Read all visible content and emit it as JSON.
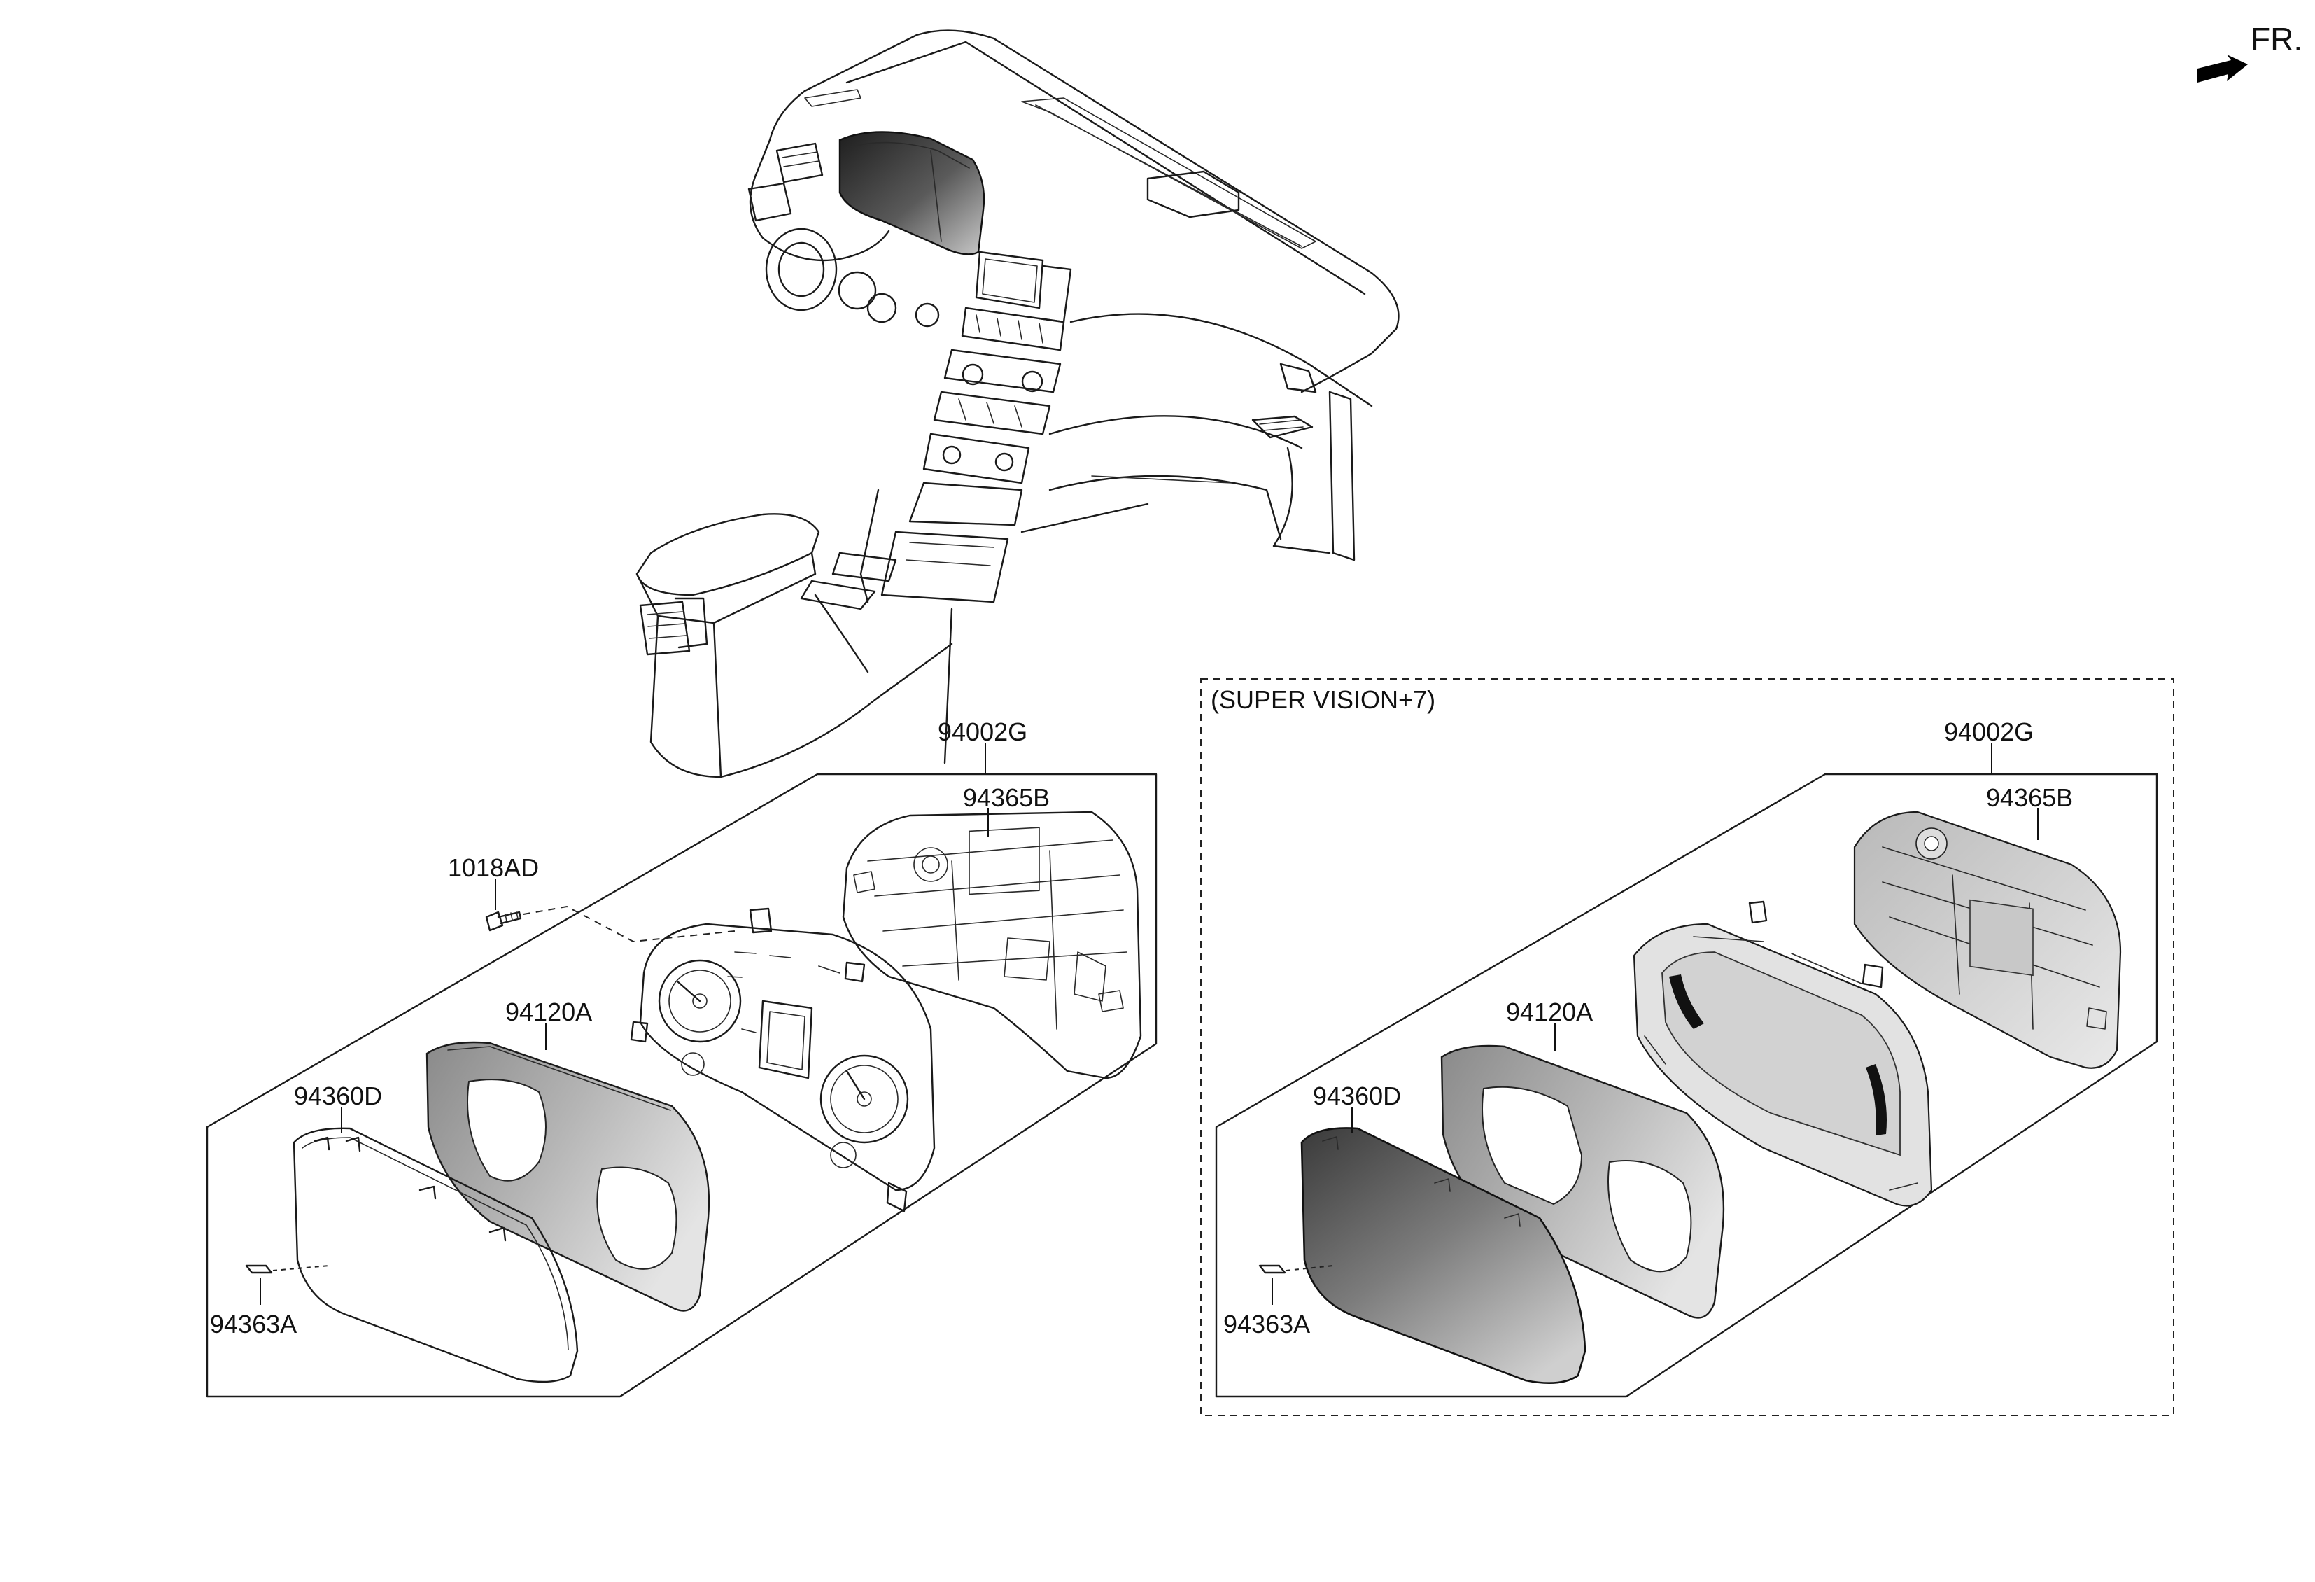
{
  "orientation_label": "FR.",
  "orientation_icon": "forward-arrow-icon",
  "groups": {
    "standard": {
      "assembly": "94002G",
      "parts": {
        "case": "94365B",
        "screw": "1018AD",
        "window": "94120A",
        "visor": "94360D",
        "clip": "94363A"
      }
    },
    "supervision": {
      "title": "(SUPER VISION+7)",
      "assembly": "94002G",
      "parts": {
        "case": "94365B",
        "window": "94120A",
        "visor": "94360D",
        "clip": "94363A"
      }
    }
  }
}
